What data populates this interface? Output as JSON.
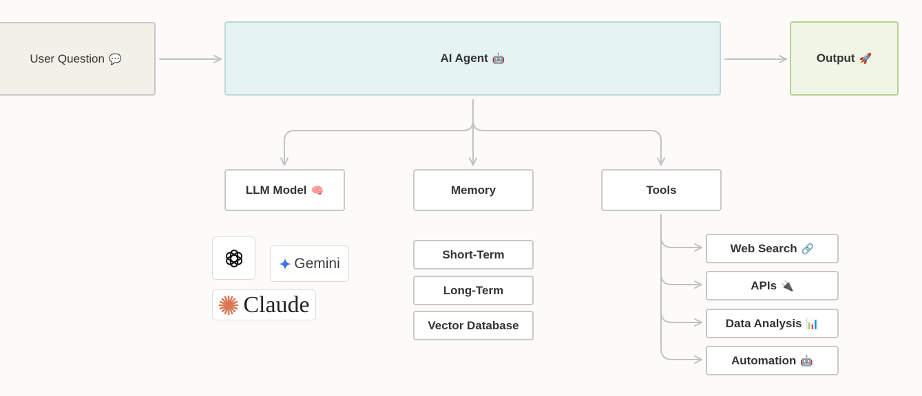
{
  "nodes": {
    "user_question": {
      "label": "User Question",
      "emoji": "💬"
    },
    "ai_agent": {
      "label": "AI Agent",
      "emoji": "🤖"
    },
    "output": {
      "label": "Output",
      "emoji": "🚀"
    },
    "llm_model": {
      "label": "LLM Model",
      "emoji": "🧠"
    },
    "memory": {
      "label": "Memory"
    },
    "tools": {
      "label": "Tools"
    }
  },
  "memory_items": [
    {
      "label": "Short-Term"
    },
    {
      "label": "Long-Term"
    },
    {
      "label": "Vector Database"
    }
  ],
  "tool_items": [
    {
      "label": "Web Search",
      "emoji": "🔗"
    },
    {
      "label": "APIs",
      "emoji": "🔌"
    },
    {
      "label": "Data Analysis",
      "emoji": "📊"
    },
    {
      "label": "Automation",
      "emoji": "🤖"
    }
  ],
  "llm_logos": [
    {
      "name": "openai-logo-icon"
    },
    {
      "name": "gemini-logo",
      "label": "Gemini"
    },
    {
      "name": "claude-logo",
      "label": "Claude"
    }
  ],
  "colors": {
    "connector": "#c2c2c2",
    "agent_fill": "#e5f3f2",
    "output_fill": "#f0f6e6",
    "input_fill": "#f3f0ea",
    "claude_orange": "#d97757"
  }
}
